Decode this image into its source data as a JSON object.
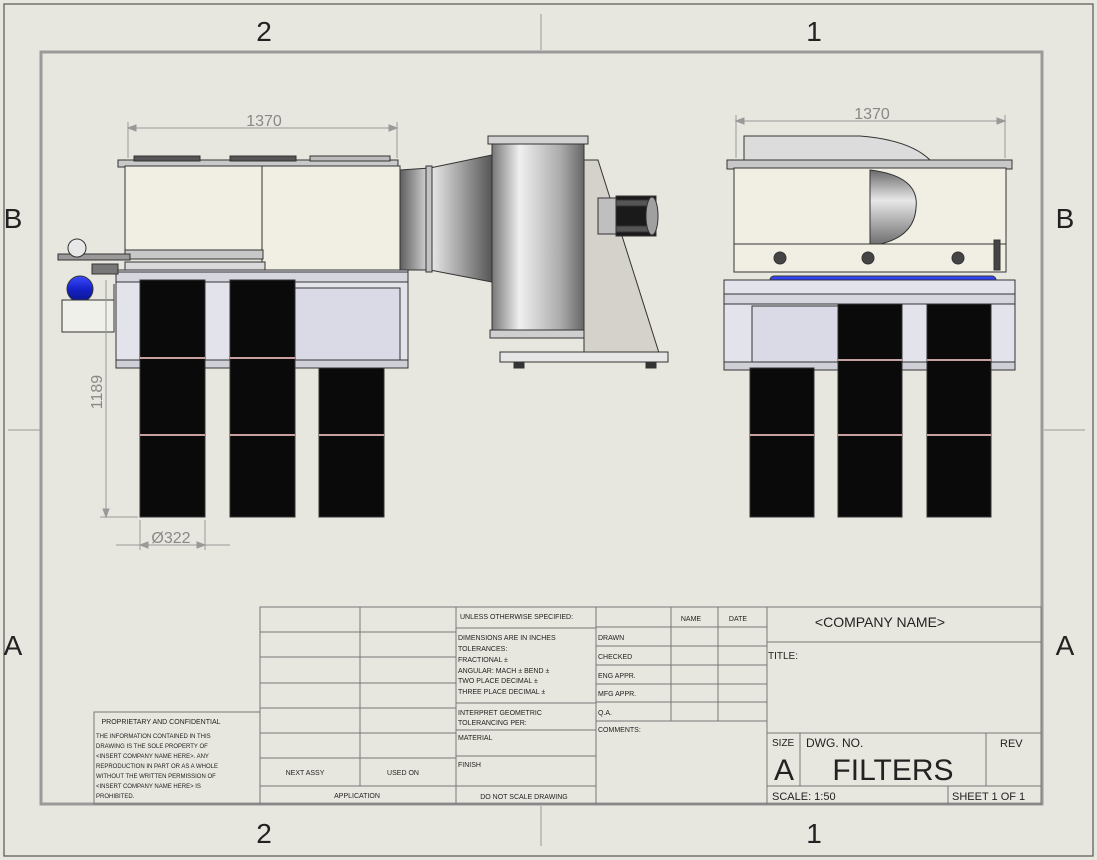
{
  "zones": {
    "top": [
      "2",
      "1"
    ],
    "bottom": [
      "2",
      "1"
    ],
    "left": [
      "B",
      "A"
    ],
    "right": [
      "B",
      "A"
    ]
  },
  "dimensions": {
    "front_width": "1370",
    "side_width": "1370",
    "height": "1189",
    "diameter": "Ø322"
  },
  "proprietary": {
    "title": "PROPRIETARY AND CONFIDENTIAL",
    "lines": [
      "THE INFORMATION CONTAINED IN THIS",
      "DRAWING IS THE SOLE PROPERTY OF",
      "<INSERT COMPANY NAME HERE>.  ANY",
      "REPRODUCTION IN PART OR AS A WHOLE",
      "WITHOUT THE WRITTEN PERMISSION OF",
      "<INSERT COMPANY NAME HERE> IS",
      "PROHIBITED."
    ]
  },
  "assy": {
    "next_assy": "NEXT ASSY",
    "used_on": "USED ON",
    "application": "APPLICATION"
  },
  "spec": {
    "unless": "UNLESS OTHERWISE SPECIFIED:",
    "lines": [
      "DIMENSIONS ARE IN INCHES",
      "TOLERANCES:",
      "FRACTIONAL ±",
      "ANGULAR: MACH  ±   BEND  ±",
      "TWO PLACE DECIMAL    ±",
      "THREE PLACE DECIMAL   ±"
    ],
    "interpret_1": "INTERPRET GEOMETRIC",
    "interpret_2": "TOLERANCING PER:",
    "material": "MATERIAL",
    "finish": "FINISH",
    "do_not_scale": "DO NOT SCALE DRAWING"
  },
  "approvals": {
    "name_header": "NAME",
    "date_header": "DATE",
    "rows": [
      "DRAWN",
      "CHECKED",
      "ENG APPR.",
      "MFG APPR.",
      "Q.A."
    ],
    "comments": "COMMENTS:"
  },
  "title_block": {
    "company": "<COMPANY NAME>",
    "title_label": "TITLE:",
    "size_label": "SIZE",
    "size_value": "A",
    "dwg_no_label": "DWG.  NO.",
    "dwg_no_value": "FILTERS",
    "rev_label": "REV",
    "scale": "SCALE: 1:50",
    "sheet": "SHEET 1 OF 1"
  },
  "colors": {
    "paper": "#e8e7df",
    "line": "#4a4a4a",
    "housing": "#f1efe4",
    "filter": "#0a0a0a",
    "blue_part": "#1a2ad8",
    "metal": "#b8b8b8"
  }
}
